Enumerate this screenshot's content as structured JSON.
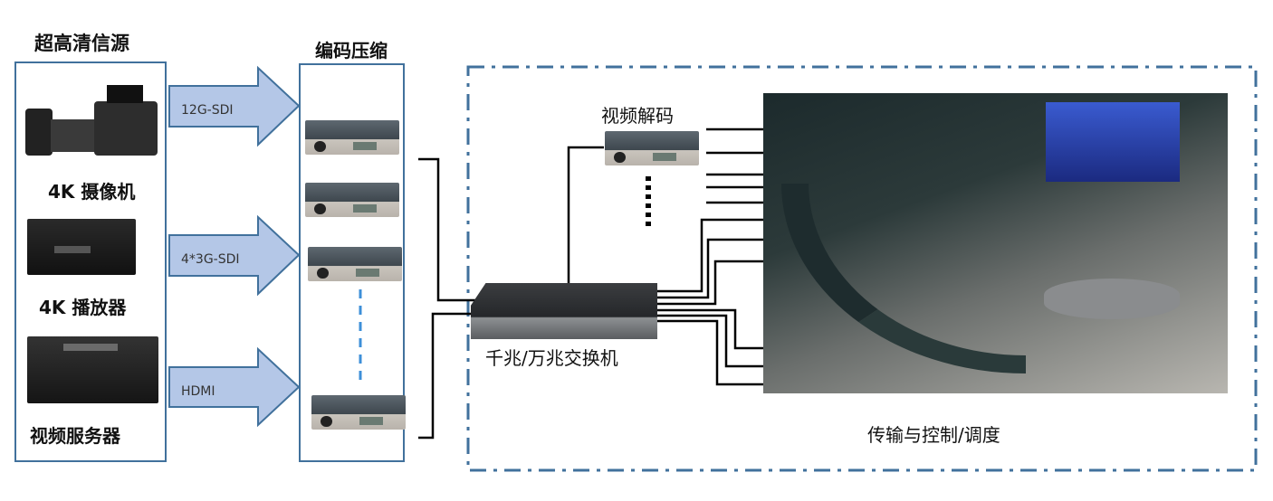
{
  "sources": {
    "title": "超高清信源",
    "items": [
      {
        "label": "4K 摄像机"
      },
      {
        "label": "4K 播放器"
      },
      {
        "label": "视频服务器"
      }
    ]
  },
  "arrows": [
    {
      "label": "12G-SDI"
    },
    {
      "label": "4*3G-SDI"
    },
    {
      "label": "HDMI"
    }
  ],
  "encoder": {
    "title": "编码压缩"
  },
  "decoder": {
    "title": "视频解码"
  },
  "switch": {
    "label": "千兆/万兆交换机"
  },
  "control": {
    "label": "传输与控制/调度"
  },
  "colors": {
    "border": "#41719c",
    "arrow_fill": "#b4c7e7",
    "line": "#000000"
  }
}
